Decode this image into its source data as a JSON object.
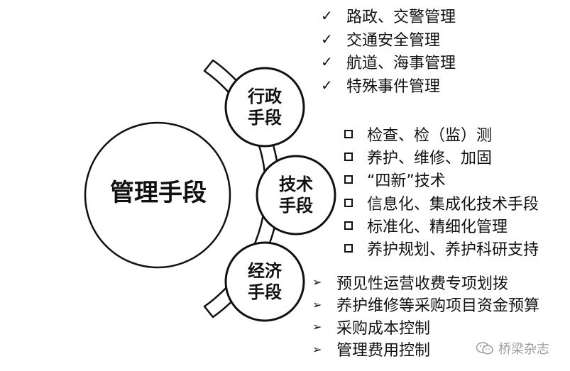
{
  "center": {
    "label": "管理手段"
  },
  "branches": [
    {
      "label_line1": "行政",
      "label_line2": "手段",
      "marker": "check-icon",
      "items": [
        "路政、交警管理",
        "交通安全管理",
        "航道、海事管理",
        "特殊事件管理"
      ]
    },
    {
      "label_line1": "技术",
      "label_line2": "手段",
      "marker": "hollow-square-icon",
      "items": [
        "检查、检（监）测",
        "养护、维修、加固",
        "“四新”技术",
        "信息化、集成化技术手段",
        "标准化、精细化管理",
        "养护规划、养护科研支持"
      ]
    },
    {
      "label_line1": "经济",
      "label_line2": "手段",
      "marker": "arrowhead-icon",
      "items": [
        "预见性运营收费专项划拨",
        "养护维修等采购项目资金预算",
        "采购成本控制",
        "管理费用控制"
      ]
    }
  ],
  "watermark": {
    "text": "桥梁杂志",
    "icon": "wechat-icon"
  }
}
